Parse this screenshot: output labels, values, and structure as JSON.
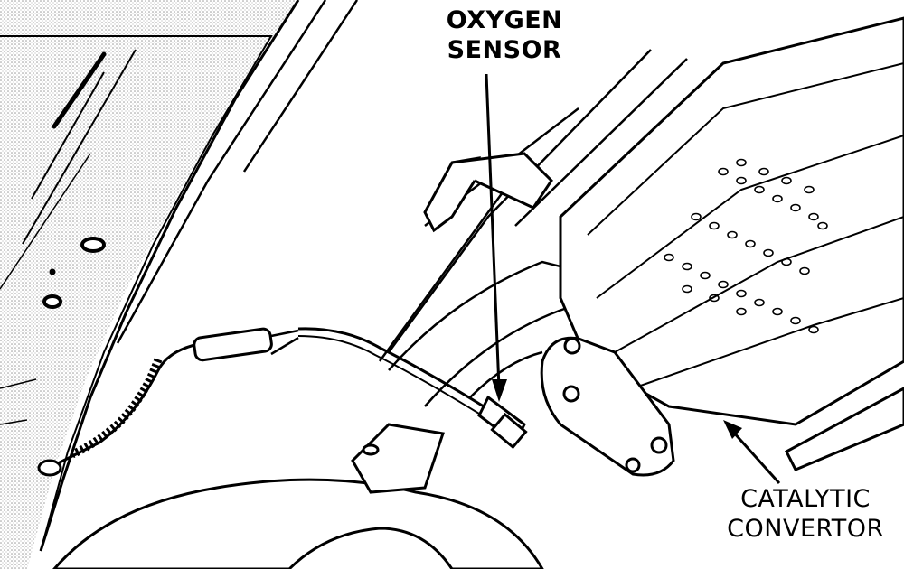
{
  "labels": {
    "oxygen_sensor": {
      "line1": "OXYGEN",
      "line2": "SENSOR"
    },
    "catalytic_convertor": {
      "line1": "CATALYTIC",
      "line2": "CONVERTOR"
    }
  },
  "colors": {
    "ink": "#000000",
    "paper": "#ffffff",
    "shade": "#cfcfcf"
  }
}
